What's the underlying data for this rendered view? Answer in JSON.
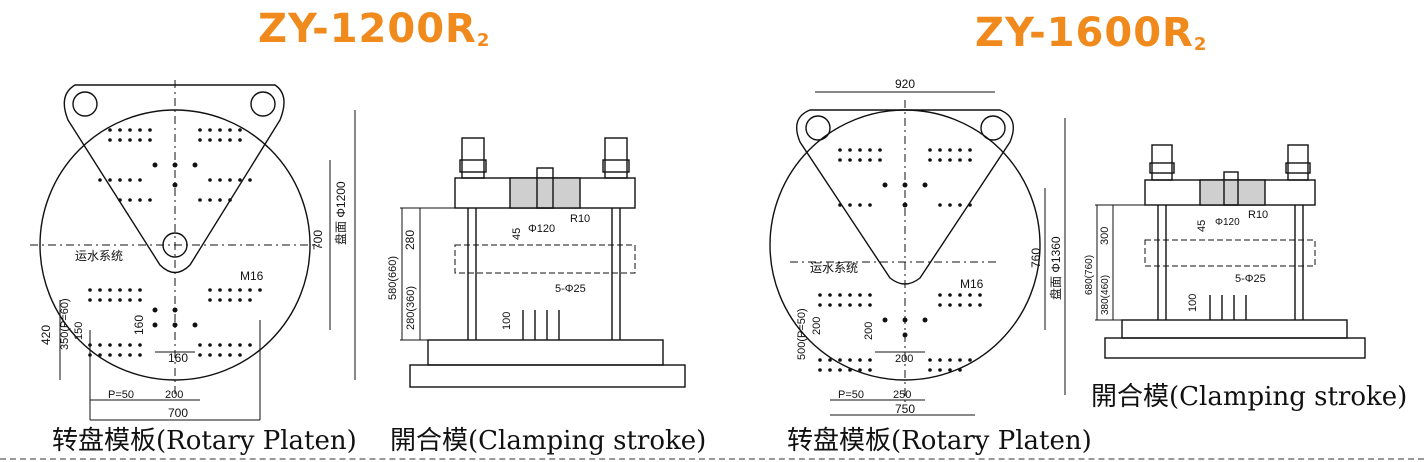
{
  "left_model": {
    "title": "ZY-1200R",
    "title_sub": "2",
    "rotary_caption": "转盘模板(Rotary Platen)",
    "clamping_caption": "開合模(Clamping stroke)",
    "rotary_labels": {
      "diameter": "盘面 Φ1200",
      "height": "700",
      "water": "运水系统",
      "thread": "M16",
      "dim_160a": "160",
      "dim_160b": "160",
      "dim_420": "420",
      "dim_350": "350(P=60)",
      "dim_150": "150",
      "pitch": "P=50",
      "dim_200": "200",
      "dim_700": "700"
    },
    "clamp_labels": {
      "stroke_total": "580(660)",
      "stroke_upper": "280",
      "stroke_lower": "280(360)",
      "dim_45": "45",
      "dia": "Φ120",
      "radius": "R10",
      "holes": "5-Φ25",
      "dim_100": "100"
    }
  },
  "right_model": {
    "title": "ZY-1600R",
    "title_sub": "2",
    "rotary_caption": "转盘模板(Rotary Platen)",
    "clamping_caption": "開合模(Clamping stroke)",
    "rotary_labels": {
      "top_width": "920",
      "diameter": "盘面 Φ1360",
      "height": "760",
      "water": "运水系统",
      "thread": "M16",
      "dim_500": "500(P=50)",
      "dim_200a": "200",
      "dim_200b": "200",
      "dim_200c": "200",
      "pitch": "P=50",
      "dim_250": "250",
      "dim_750": "750"
    },
    "clamp_labels": {
      "stroke_total": "680(760)",
      "stroke_upper": "300",
      "stroke_lower": "380(460)",
      "dim_45": "45",
      "dia": "Φ120",
      "radius": "R10",
      "holes": "5-Φ25",
      "dim_100": "100"
    }
  },
  "colors": {
    "title": "#f08a1c",
    "lines": "#111111"
  }
}
